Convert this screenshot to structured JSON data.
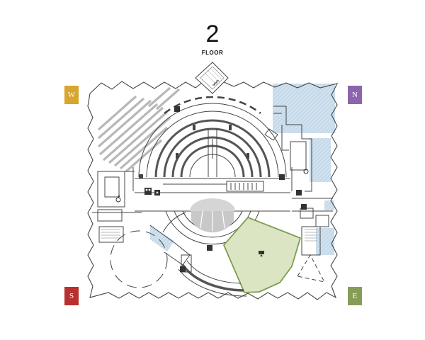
{
  "floor": {
    "number": "2",
    "label": "FLOOR"
  },
  "compass": {
    "west": {
      "letter": "W",
      "color": "#d8a52e"
    },
    "north": {
      "letter": "N",
      "color": "#8c65ad"
    },
    "south": {
      "letter": "S",
      "color": "#b9302f"
    },
    "east": {
      "letter": "E",
      "color": "#869d58"
    }
  },
  "map": {
    "highlighted_area_color": "#dbe5c4",
    "highlight_outline_color": "#7e9d4d",
    "hatched_area_color": "#cfe0ee",
    "wall_color": "#444444",
    "icons": [
      "restroom-icon",
      "elevator-icon",
      "accessible-icon",
      "stairs-icon"
    ]
  }
}
